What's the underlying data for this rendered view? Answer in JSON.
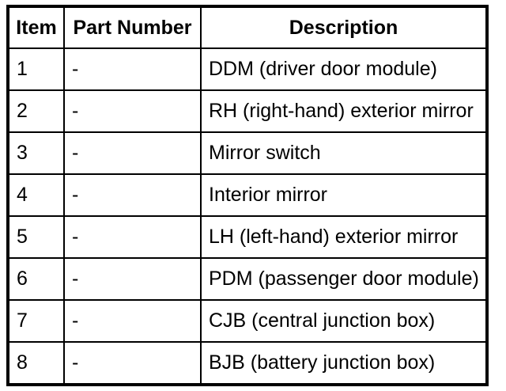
{
  "table": {
    "columns": [
      {
        "key": "item",
        "label": "Item"
      },
      {
        "key": "part_number",
        "label": "Part Number"
      },
      {
        "key": "description",
        "label": "Description"
      }
    ],
    "rows": [
      {
        "item": "1",
        "part_number": "-",
        "description": "DDM (driver door module)"
      },
      {
        "item": "2",
        "part_number": "-",
        "description": "RH (right-hand) exterior mirror"
      },
      {
        "item": "3",
        "part_number": "-",
        "description": "Mirror switch"
      },
      {
        "item": "4",
        "part_number": "-",
        "description": "Interior mirror"
      },
      {
        "item": "5",
        "part_number": "-",
        "description": "LH (left-hand) exterior mirror"
      },
      {
        "item": "6",
        "part_number": "-",
        "description": "PDM (passenger door module)"
      },
      {
        "item": "7",
        "part_number": "-",
        "description": "CJB (central junction box)"
      },
      {
        "item": "8",
        "part_number": "-",
        "description": "BJB (battery junction box)"
      }
    ],
    "colors": {
      "border": "#000000",
      "background": "#ffffff",
      "text": "#000000"
    }
  }
}
